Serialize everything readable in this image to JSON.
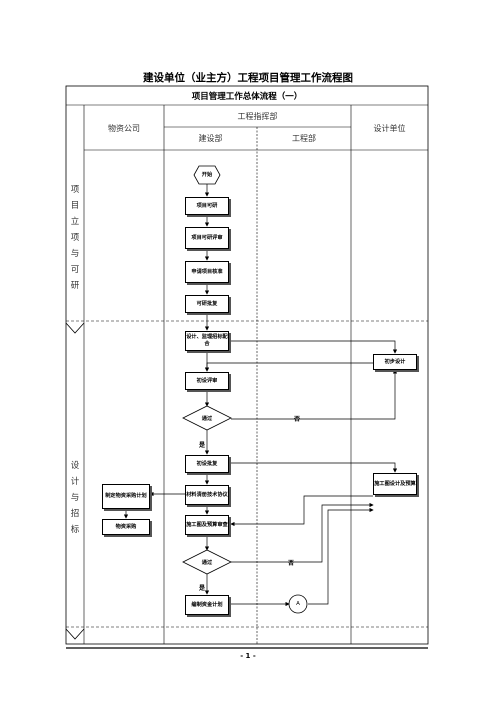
{
  "document": {
    "title": "建设单位（业主方）工程项目管理工作流程图",
    "page_number": "- 1 -"
  },
  "table": {
    "title": "项目管理工作总体流程（一）",
    "columns": {
      "material_company": "物资公司",
      "hq_group": "工程指挥部",
      "construction_dept": "建设部",
      "engineering_dept": "工程部",
      "design_unit": "设计单位"
    },
    "phases": [
      {
        "label": "项目立项与可研"
      },
      {
        "label": "设计与招标"
      }
    ]
  },
  "nodes": {
    "start": "开始",
    "feasibility": "项目可研",
    "feasibility_review": "项目可研评审",
    "apply_approval": "申请项目核准",
    "feasibility_approval": "可研批复",
    "design_bid_support": "设计、监理招标配合",
    "preliminary_design": "初步设计",
    "preliminary_review": "初设评审",
    "decision_1": "通过",
    "preliminary_approval": "初设批复",
    "construction_drawing_budget": "施工图设计及预算",
    "material_purchase_plan": "制定物资采购计划",
    "material_tech_agreement": "材料清册技术协议",
    "material_procurement": "物资采购",
    "drawing_budget_review": "施工图及预算审查",
    "decision_2": "通过",
    "fund_plan": "编制资金计划",
    "connector_a": "A"
  },
  "labels": {
    "no_1": "否",
    "yes_1": "是",
    "no_2": "否",
    "yes_2": "是"
  }
}
